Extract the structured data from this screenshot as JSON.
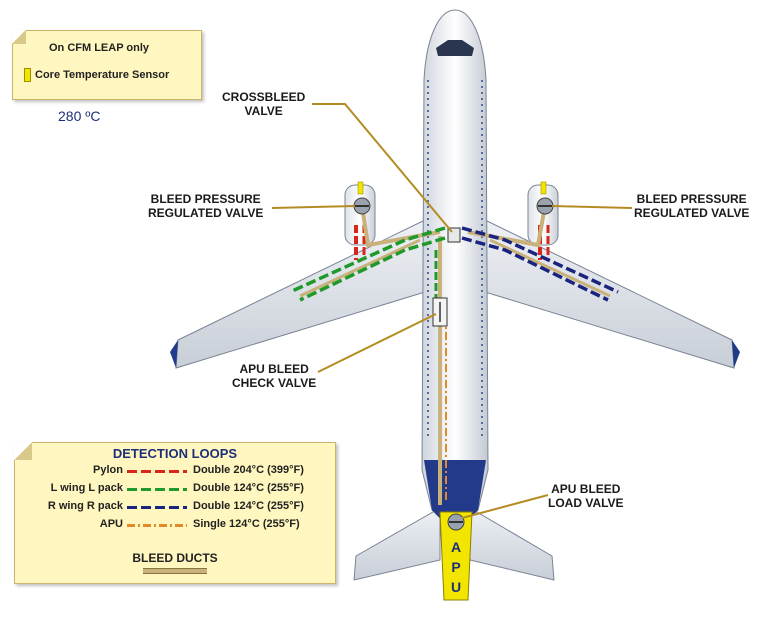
{
  "note": {
    "line1": "On CFM LEAP only",
    "line2": "Core Temperature Sensor"
  },
  "temperature": "280 ºC",
  "callouts": {
    "crossbleed": [
      "CROSSBLEED",
      "VALVE"
    ],
    "bleed_left": [
      "BLEED PRESSURE",
      "REGULATED VALVE"
    ],
    "bleed_right": [
      "BLEED PRESSURE",
      "REGULATED VALVE"
    ],
    "apu_check": [
      "APU BLEED",
      "CHECK VALVE"
    ],
    "apu_load": [
      "APU BLEED",
      "LOAD VALVE"
    ]
  },
  "apu_letters": [
    "A",
    "P",
    "U"
  ],
  "legend": {
    "title": "DETECTION LOOPS",
    "rows": [
      {
        "name": "Pylon",
        "detail": "Double 204°C (399°F)",
        "color": "#d9261c",
        "style": "dash"
      },
      {
        "name": "L wing L pack",
        "detail": "Double 124°C (255°F)",
        "color": "#1f9a2a",
        "style": "dash"
      },
      {
        "name": "R wing R pack",
        "detail": "Double 124°C (255°F)",
        "color": "#1a237e",
        "style": "dash"
      },
      {
        "name": "APU",
        "detail": "Single 124°C (255°F)",
        "color": "#e08a2a",
        "style": "dashdot"
      }
    ],
    "ducts_label": "BLEED DUCTS"
  },
  "colors": {
    "duct": "#c9b17a",
    "pylon": "#d9261c",
    "left_loop": "#1f9a2a",
    "right_loop": "#1a237e",
    "apu_loop": "#e08a2a",
    "apu_yellow": "#f2e600",
    "fuselage_blue": "#233a8a"
  }
}
